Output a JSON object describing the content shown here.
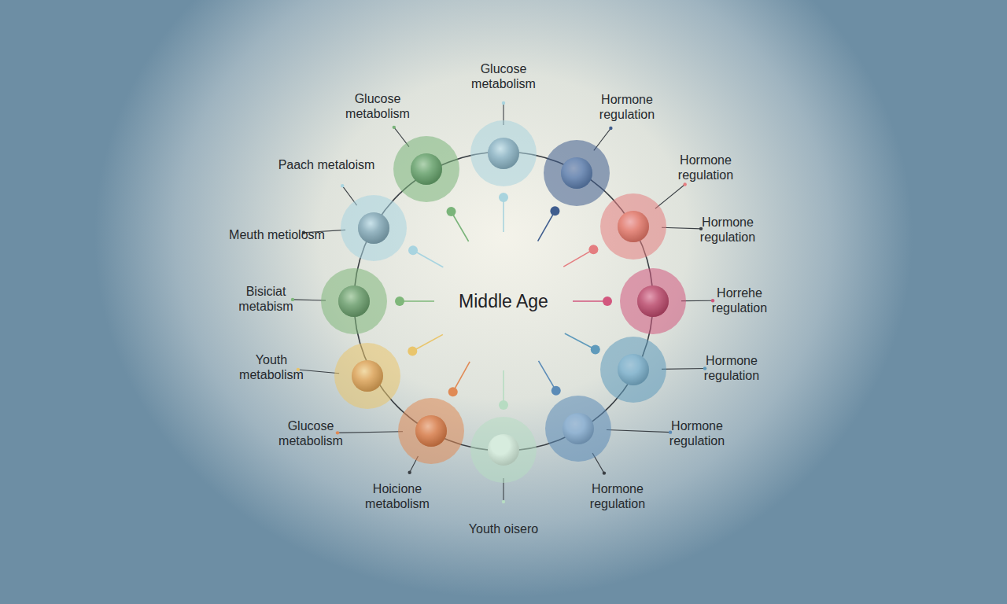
{
  "diagram": {
    "title": "Middle Age",
    "nodes": [
      {
        "text": [
          "Glucose metabolism"
        ]
      },
      {
        "text": [
          "Hormone regulation"
        ]
      },
      {
        "text": [
          "Hormone regulation"
        ]
      },
      {
        "text": [
          "Horrehe regulation"
        ]
      },
      {
        "text": [
          "Hormone regulation"
        ]
      },
      {
        "text": [
          "Hormone regulation"
        ]
      },
      {
        "text": [
          "Youth oisero"
        ]
      },
      {
        "text": [
          "Glucose metabolism"
        ]
      },
      {
        "text": [
          "Youth metabolism"
        ]
      },
      {
        "text": [
          "Bisiciat metabism"
        ]
      },
      {
        "text": [
          "Paach metaloism"
        ]
      },
      {
        "text": [
          "Glucose metabolism"
        ]
      }
    ],
    "labels": [
      "Hormone regulation",
      "Hormone regulation",
      "Hoicione metabolism",
      "Meuth metiolosm"
    ]
  }
}
